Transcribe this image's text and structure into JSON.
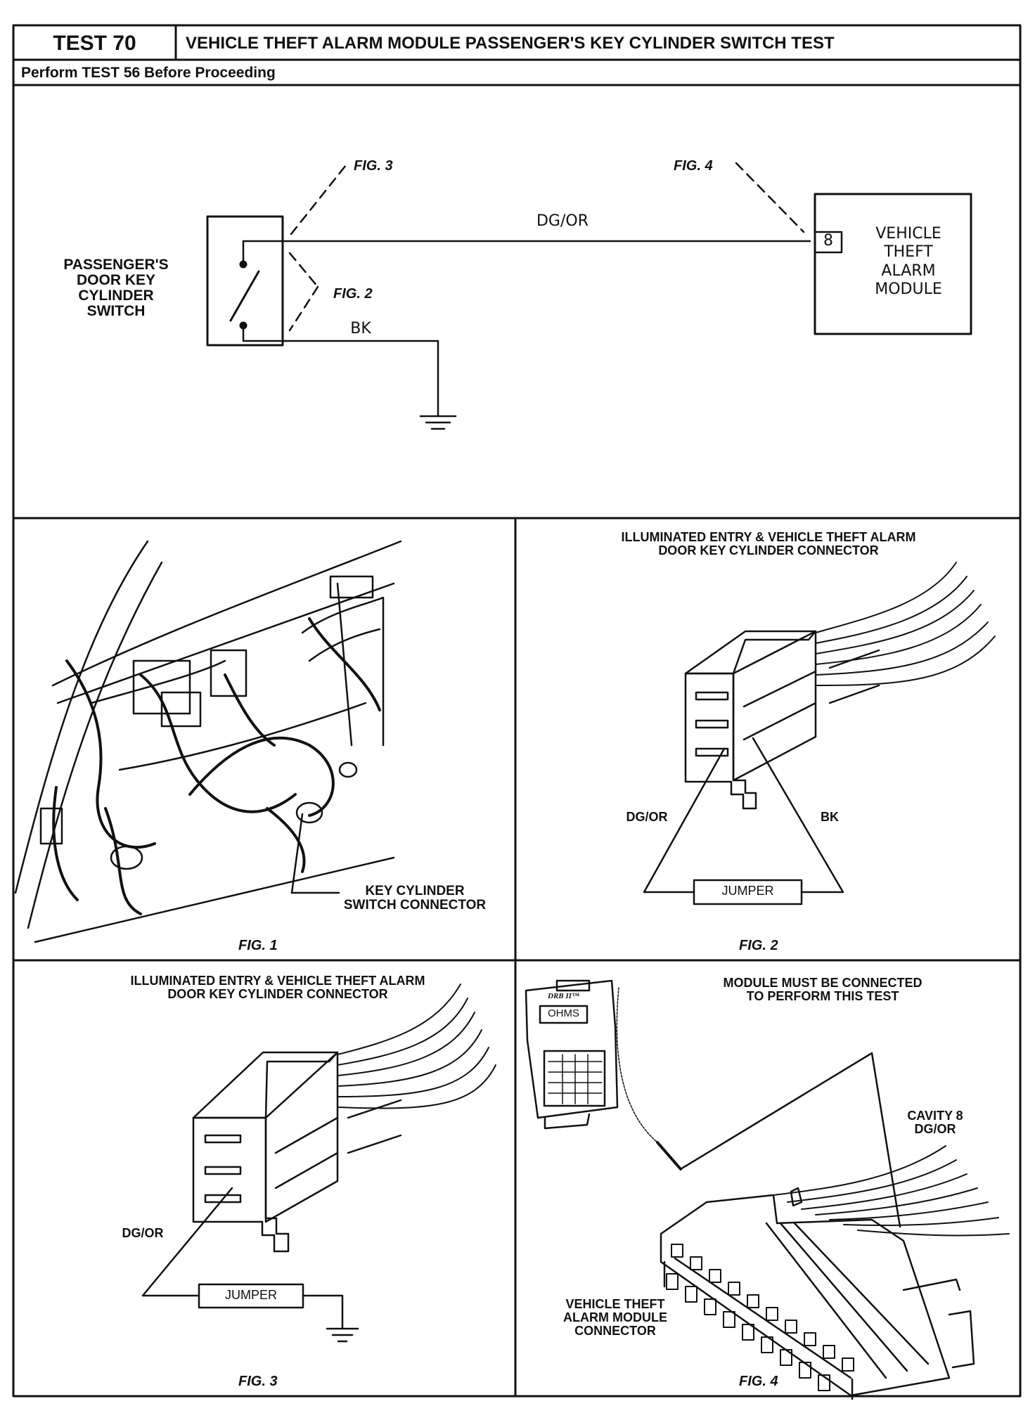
{
  "header": {
    "test_number": "TEST 70",
    "title": "VEHICLE THEFT ALARM MODULE PASSENGER'S KEY CYLINDER SWITCH TEST",
    "subtitle": "Perform TEST 56 Before Proceeding"
  },
  "schematic": {
    "switch_label": "PASSENGER'S\nDOOR KEY\nCYLINDER\nSWITCH",
    "fig3_ref": "FIG. 3",
    "fig4_ref": "FIG. 4",
    "fig2_ref": "FIG. 2",
    "wire_dg_or": "DG/OR",
    "wire_bk": "BK",
    "module_pin": "8",
    "module_label": "VEHICLE\nTHEFT\nALARM\nMODULE"
  },
  "fig1": {
    "callout": "KEY CYLINDER\nSWITCH CONNECTOR",
    "caption": "FIG. 1"
  },
  "fig2": {
    "title": "ILLUMINATED ENTRY & VEHICLE THEFT ALARM\nDOOR KEY CYLINDER CONNECTOR",
    "wire_left": "DG/OR",
    "wire_right": "BK",
    "jumper": "JUMPER",
    "caption": "FIG. 2"
  },
  "fig3": {
    "title": "ILLUMINATED ENTRY & VEHICLE THEFT ALARM\nDOOR KEY CYLINDER CONNECTOR",
    "wire_left": "DG/OR",
    "jumper": "JUMPER",
    "caption": "FIG. 3"
  },
  "fig4": {
    "note": "MODULE MUST BE CONNECTED\nTO PERFORM THIS TEST",
    "meter_brand": "DRB II™",
    "meter_display": "OHMS",
    "cavity_label": "CAVITY 8\nDG/OR",
    "connector_label": "VEHICLE THEFT\nALARM MODULE\nCONNECTOR",
    "caption": "FIG. 4"
  }
}
